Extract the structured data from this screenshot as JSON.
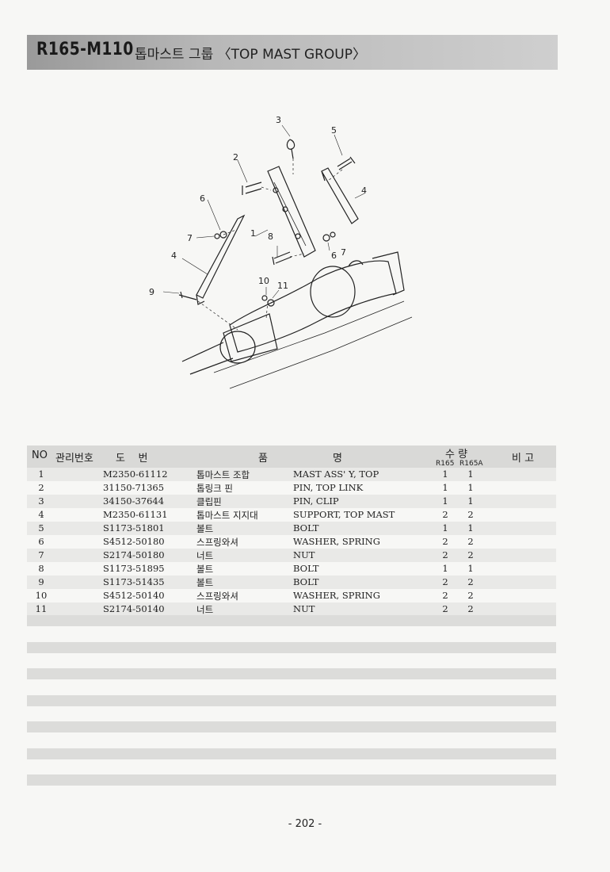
{
  "header": {
    "code": "R165-M110",
    "title": "톱마스트 그룹 〈TOP MAST GROUP〉"
  },
  "diagram": {
    "callouts": [
      "3",
      "5",
      "2",
      "4",
      "6",
      "7",
      "1",
      "8",
      "6",
      "7",
      "4",
      "10",
      "11",
      "9"
    ]
  },
  "table": {
    "headers": {
      "no": "NO",
      "mgmt": "관리번호",
      "drawing": "도    번",
      "name_a": "품",
      "name_b": "명",
      "qty": "수 량",
      "qty_a": "R165",
      "qty_b": "R165A",
      "remark": "비 고"
    },
    "rows": [
      {
        "no": "1",
        "part": "M2350-61112",
        "ko": "톱마스트 조합",
        "en": "MAST ASS' Y, TOP",
        "q1": "1",
        "q2": "1"
      },
      {
        "no": "2",
        "part": "31150-71365",
        "ko": "톱링크 핀",
        "en": "PIN, TOP LINK",
        "q1": "1",
        "q2": "1"
      },
      {
        "no": "3",
        "part": "34150-37644",
        "ko": "클립핀",
        "en": "PIN, CLIP",
        "q1": "1",
        "q2": "1"
      },
      {
        "no": "4",
        "part": "M2350-61131",
        "ko": "톱마스트 지지대",
        "en": "SUPPORT, TOP MAST",
        "q1": "2",
        "q2": "2"
      },
      {
        "no": "5",
        "part": "S1173-51801",
        "ko": "볼트",
        "en": "BOLT",
        "q1": "1",
        "q2": "1"
      },
      {
        "no": "6",
        "part": "S4512-50180",
        "ko": "스프링와셔",
        "en": "WASHER, SPRING",
        "q1": "2",
        "q2": "2"
      },
      {
        "no": "7",
        "part": "S2174-50180",
        "ko": "너트",
        "en": "NUT",
        "q1": "2",
        "q2": "2"
      },
      {
        "no": "8",
        "part": "S1173-51895",
        "ko": "볼트",
        "en": "BOLT",
        "q1": "1",
        "q2": "1"
      },
      {
        "no": "9",
        "part": "S1173-51435",
        "ko": "볼트",
        "en": "BOLT",
        "q1": "2",
        "q2": "2"
      },
      {
        "no": "10",
        "part": "S4512-50140",
        "ko": "스프링와셔",
        "en": "WASHER, SPRING",
        "q1": "2",
        "q2": "2"
      },
      {
        "no": "11",
        "part": "S2174-50140",
        "ko": "너트",
        "en": "NUT",
        "q1": "2",
        "q2": "2"
      }
    ]
  },
  "footer": {
    "page": "- 202 -"
  }
}
